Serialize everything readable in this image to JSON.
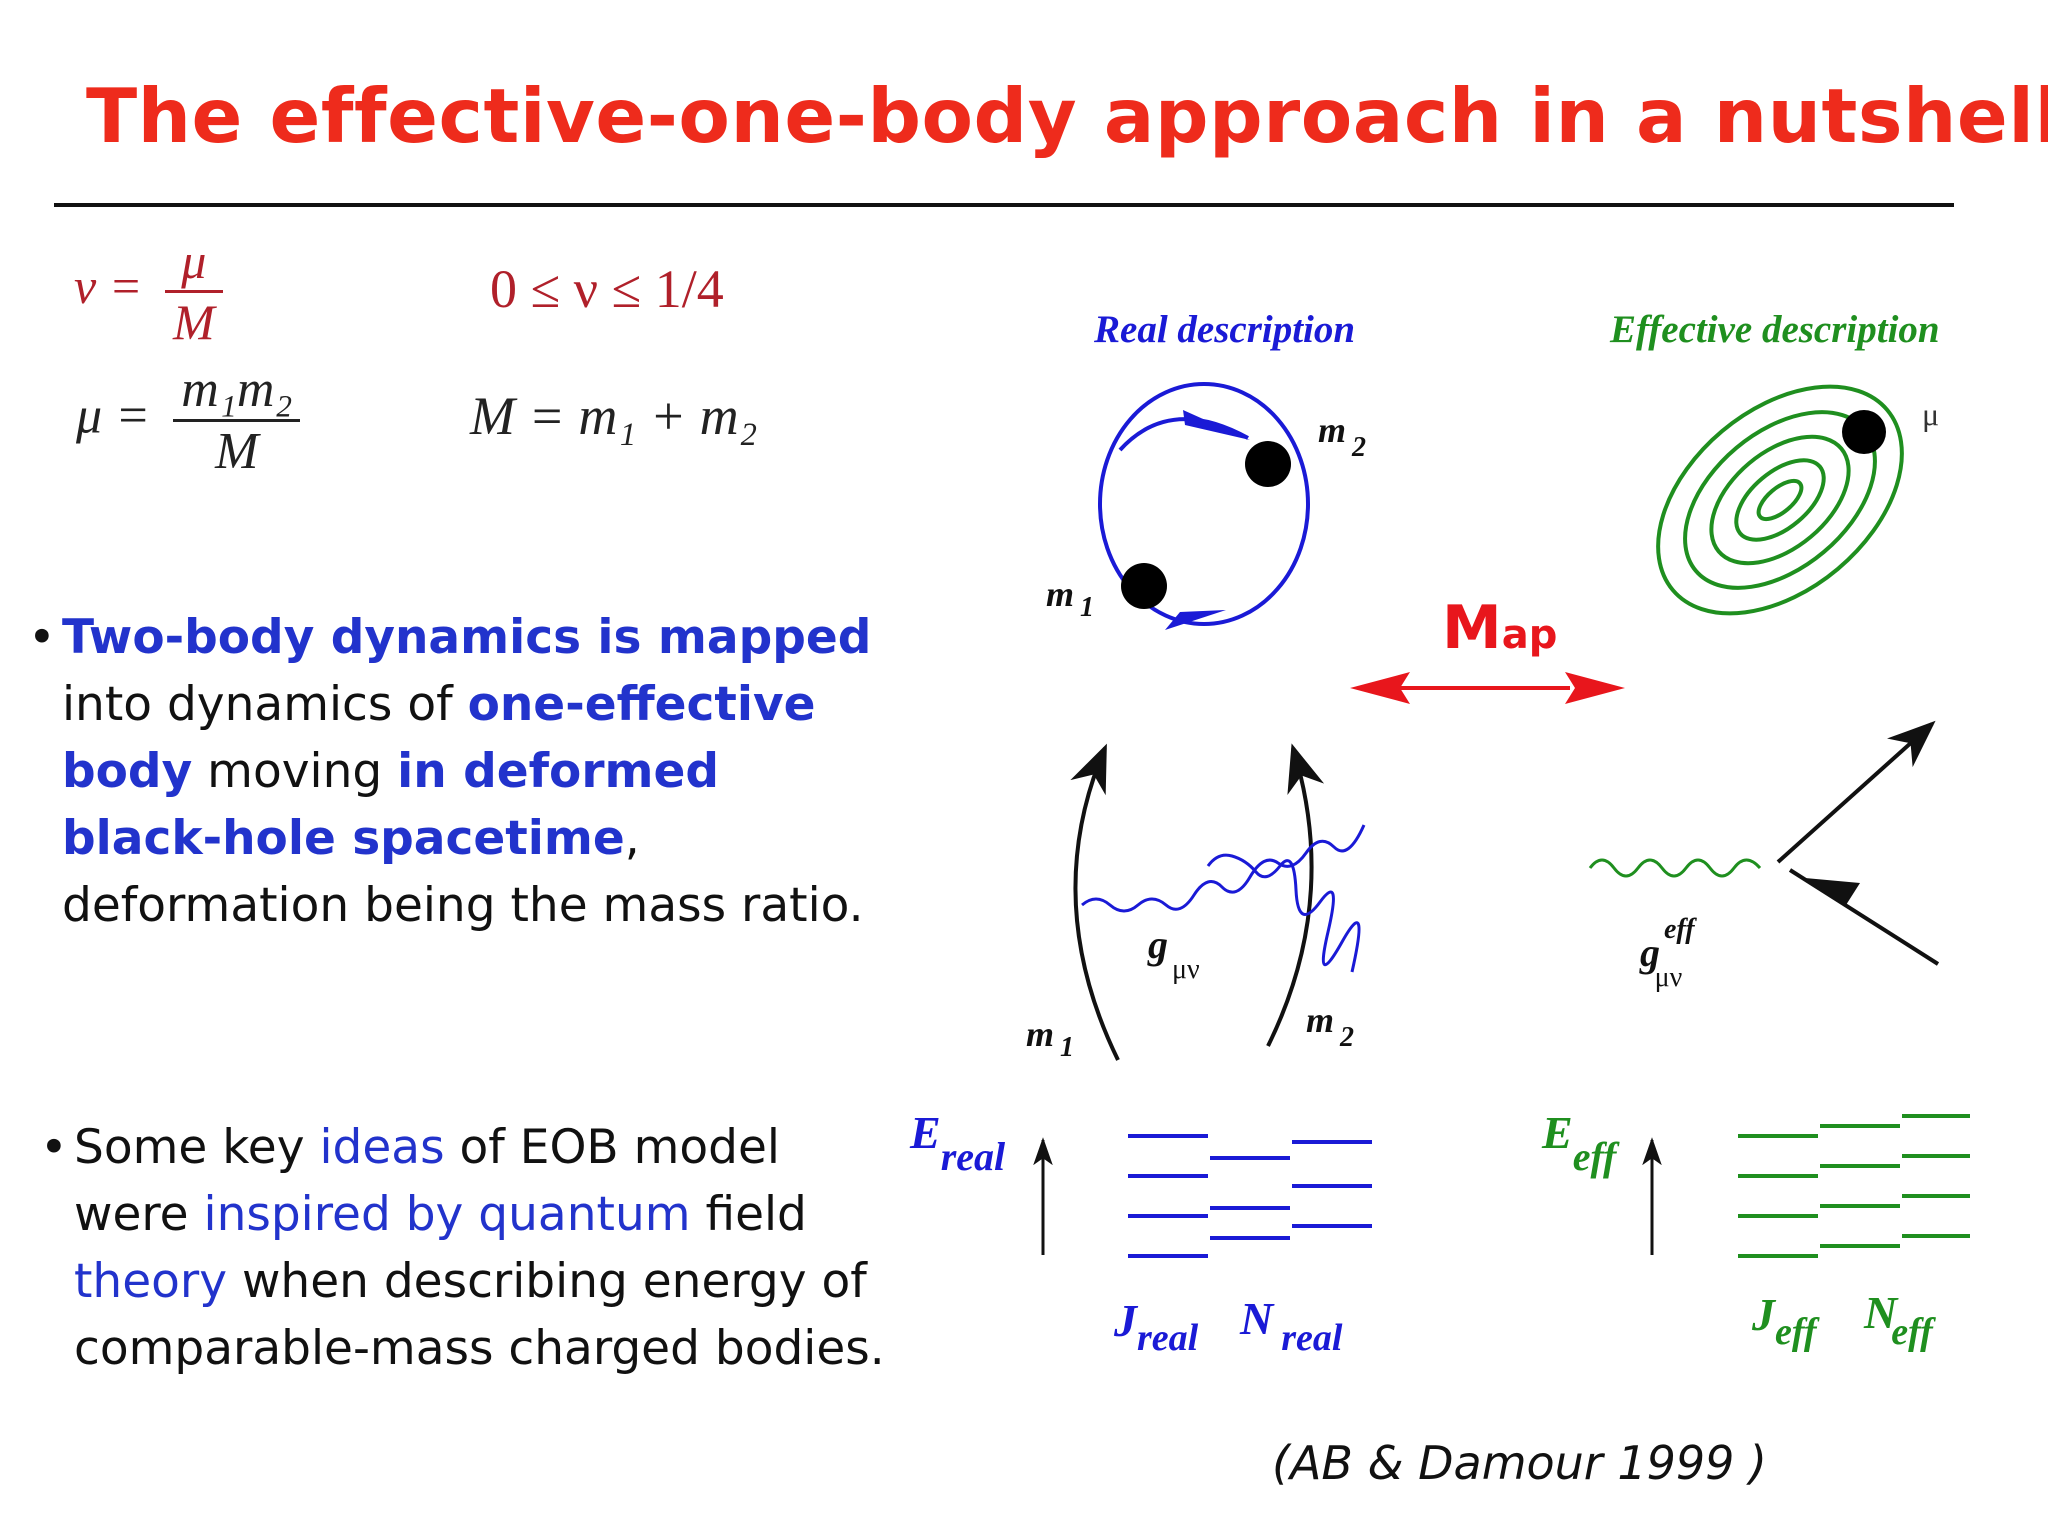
{
  "title": "The effective-one-body approach in a nutshell",
  "equations": {
    "nu_lhs": "ν =",
    "nu_num": "μ",
    "nu_den": "M",
    "nu_range": "0 ≤ ν ≤ 1/4",
    "mu_lhs": "μ =",
    "mu_num": "m₁m₂",
    "mu_den": "M",
    "mass_sum": "M = m₁ + m₂"
  },
  "bullet1": {
    "marker": "•",
    "p1": "Two-body dynamics is mapped",
    "p2": " into dynamics of ",
    "p3": "one-effective body",
    "p4": " moving ",
    "p5": "in deformed black-hole spacetime",
    "p6": ", deformation being the mass ratio."
  },
  "bullet2": {
    "marker": "•",
    "p1": "Some key ",
    "p2": "ideas",
    "p3": " of EOB model were ",
    "p4": "inspired by quantum",
    "p5": " field ",
    "p6": "theory",
    "p7": " when describing energy of comparable-mass charged bodies."
  },
  "diagram": {
    "real_heading": "Real description",
    "effective_heading": "Effective description",
    "orbit_m1_base": "m",
    "orbit_m1_sub": "1",
    "orbit_m2_base": "m",
    "orbit_m2_sub": "2",
    "mu_label": "μ",
    "map_big": "M",
    "map_small": "ap",
    "g_real_base": "g",
    "g_real_sub": "μν",
    "g_eff_base": "g",
    "g_eff_sup": "eff",
    "g_eff_sub": "μν",
    "feyn_m1_base": "m",
    "feyn_m1_sub": "1",
    "feyn_m2_base": "m",
    "feyn_m2_sub": "2",
    "e_real_base": "E",
    "e_real_sub": "real",
    "j_real_base": "J",
    "j_real_sub": "real",
    "n_real_base": "N",
    "n_real_sub": "real",
    "e_eff_base": "E",
    "e_eff_sub": "eff",
    "j_eff_base": "J",
    "j_eff_sub": "eff",
    "n_eff_base": "N",
    "n_eff_sub": "eff"
  },
  "citation": "(AB & Damour 1999 )",
  "colors": {
    "title": "#ee2b1c",
    "real": "#1a1ad6",
    "effective": "#1f8f1f",
    "map": "#e8161c"
  }
}
